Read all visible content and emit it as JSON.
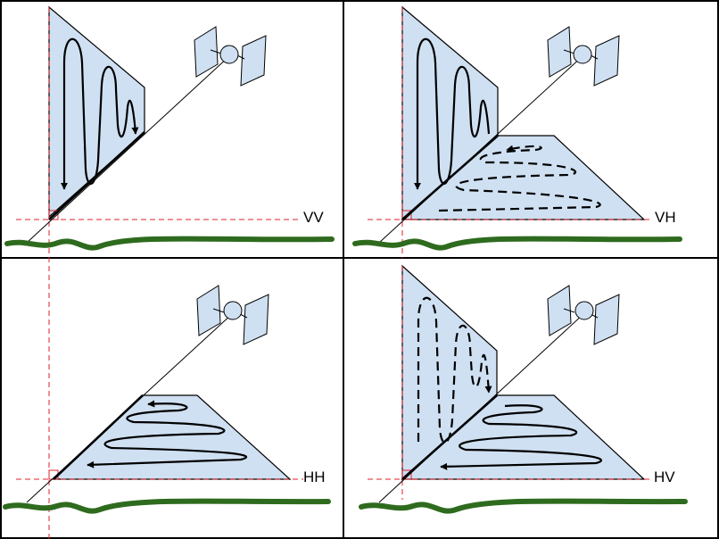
{
  "colors": {
    "plane_fill": "#cfe0f2",
    "plane_stroke": "#000000",
    "ground": "#2e6b1e",
    "guide": "#e0202a",
    "satellite_panel": "#cfe0f2",
    "background": "#ffffff"
  },
  "panels": [
    {
      "id": "vv",
      "label": "VV",
      "transmit": "vertical",
      "receive": "vertical"
    },
    {
      "id": "vh",
      "label": "VH",
      "transmit": "vertical",
      "receive": "horizontal"
    },
    {
      "id": "hh",
      "label": "HH",
      "transmit": "horizontal",
      "receive": "horizontal"
    },
    {
      "id": "hv",
      "label": "HV",
      "transmit": "horizontal",
      "receive": "vertical"
    }
  ],
  "icons": {
    "satellite": "satellite-icon",
    "ground": "ground-line"
  }
}
